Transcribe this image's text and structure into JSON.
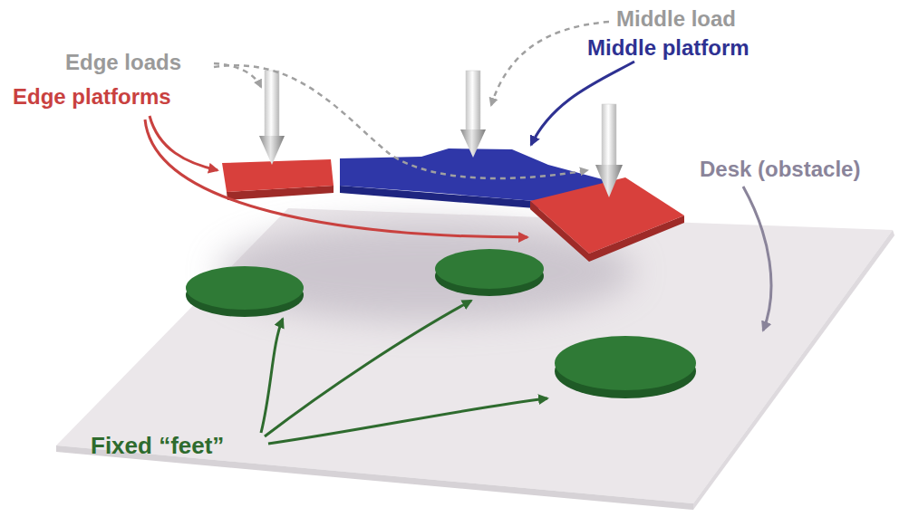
{
  "diagram": {
    "labels": [
      "Edge loads",
      "Middle load",
      "Middle platform",
      "Edge platforms",
      "Desk (obstacle)",
      "Fixed “feet”"
    ]
  }
}
